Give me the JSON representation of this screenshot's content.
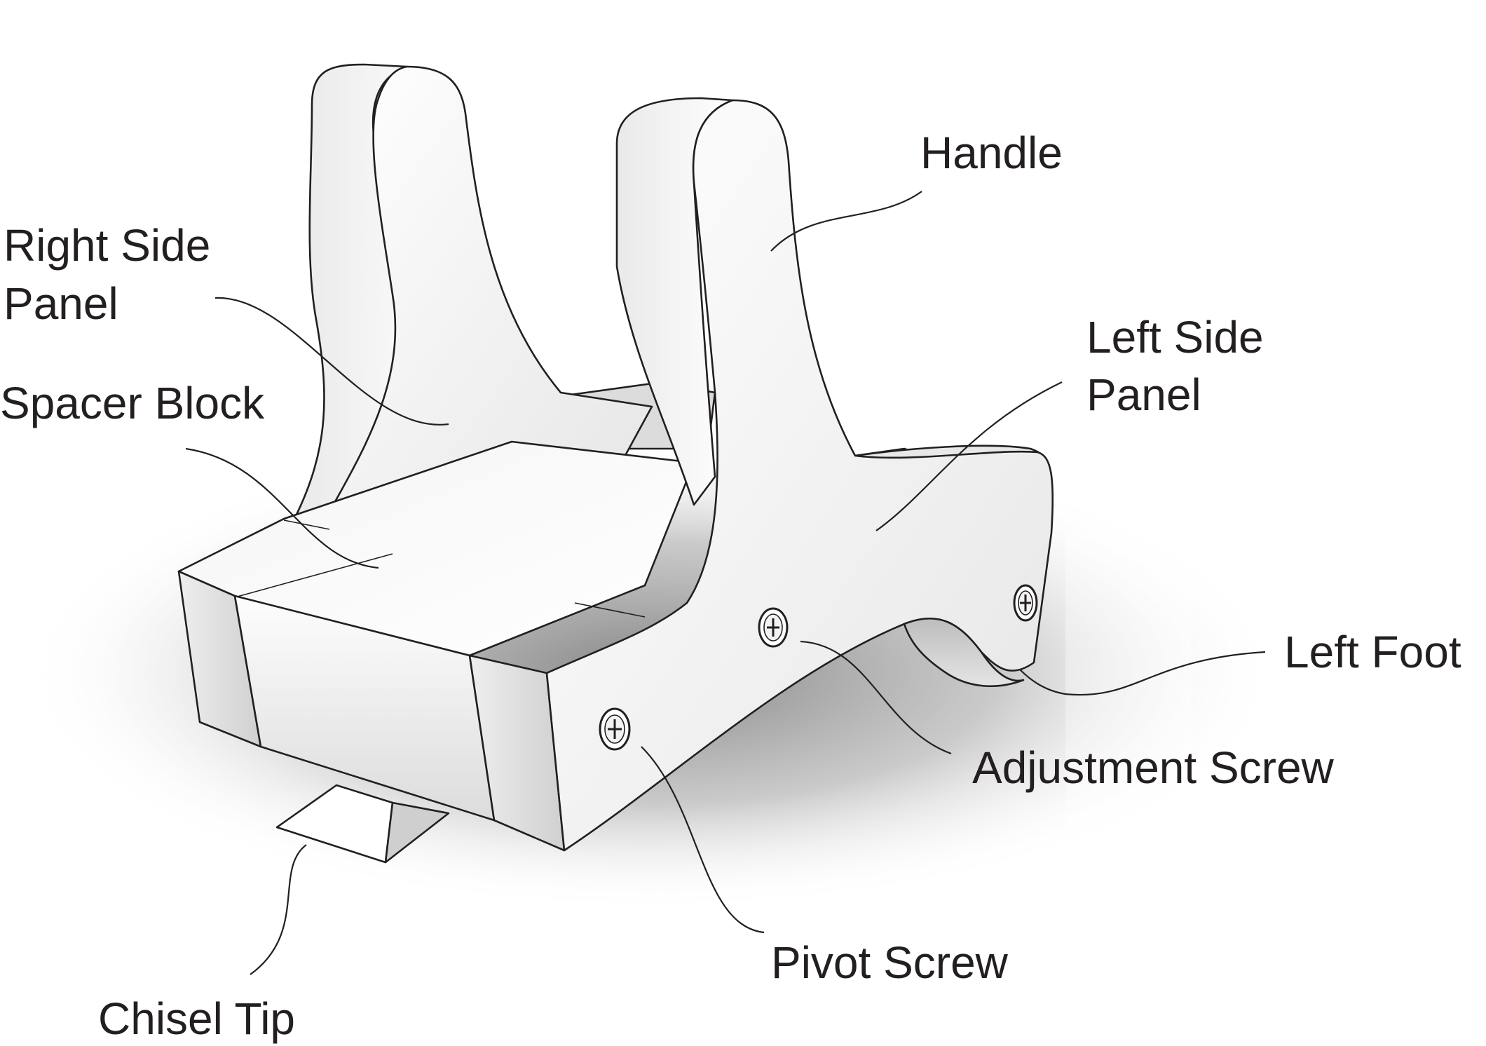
{
  "labels": {
    "handle": "Handle",
    "right_side_panel_line1": "Right Side",
    "right_side_panel_line2": "Panel",
    "spacer_block": "Spacer Block",
    "left_side_panel_line1": "Left Side",
    "left_side_panel_line2": "Panel",
    "left_foot": "Left Foot",
    "adjustment_screw": "Adjustment Screw",
    "pivot_screw": "Pivot Screw",
    "chisel_tip": "Chisel Tip"
  },
  "colors": {
    "ink": "#231f20",
    "face_light": "#ffffff",
    "face_mid": "#ededed",
    "face_shadow": "#c9c9c9",
    "ground_shadow": "#9a9a9a"
  }
}
